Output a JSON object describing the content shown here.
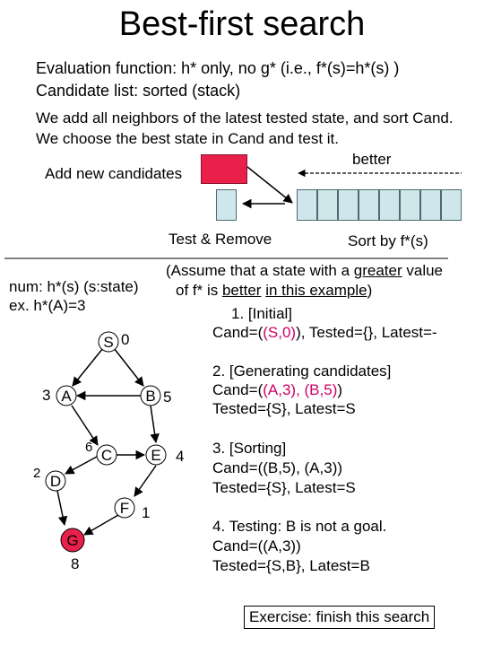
{
  "title": "Best-first search",
  "intro": {
    "line1": "Evaluation function: h* only, no g* (i.e., f*(s)=h*(s) )",
    "line2": "Candidate list: sorted (stack)",
    "line3": "We add all neighbors of the latest tested state, and sort Cand.",
    "line4": "We choose the best state in Cand and test it."
  },
  "schematic": {
    "better": "better",
    "add_new": "Add new candidates",
    "test_remove": "Test & Remove",
    "sort_by": "Sort by f*(s)"
  },
  "notes": {
    "num": "num: h*(s) (s:state)",
    "example": "ex. h*(A)=3",
    "assume_1": "(Assume that a state with a ",
    "assume_greater": "greater",
    "assume_2": " value",
    "assume_3": "of f* is ",
    "assume_better": "better",
    "assume_4": " ",
    "assume_in_example": "in this example",
    "assume_5": ")"
  },
  "steps": {
    "s1_title": "1. [Initial]",
    "s1_cand_a": "Cand=(",
    "s1_cand_b": "(S,0)",
    "s1_cand_c": "), Tested={}, Latest=-",
    "s2_title": "2. [Generating candidates]",
    "s2_cand_a": "Cand=(",
    "s2_cand_b": "(A,3), (B,5)",
    "s2_cand_c": ")",
    "s2_tested": "Tested={S}, Latest=S",
    "s3_title": "3. [Sorting]",
    "s3_cand": "Cand=((B,5), (A,3))",
    "s3_tested": "Tested={S}, Latest=S",
    "s4_title": "4. Testing: B is not a goal.",
    "s4_cand": "Cand=((A,3))",
    "s4_tested": "Tested={S,B}, Latest=B"
  },
  "graph": {
    "nodes": [
      {
        "id": "S",
        "label": "S",
        "h": "0"
      },
      {
        "id": "A",
        "label": "A",
        "h": "3"
      },
      {
        "id": "B",
        "label": "B",
        "h": "5"
      },
      {
        "id": "C",
        "label": "C",
        "h": "6"
      },
      {
        "id": "E",
        "label": "E",
        "h": "4"
      },
      {
        "id": "D",
        "label": "D",
        "h": "2"
      },
      {
        "id": "F",
        "label": "F",
        "h": "1"
      },
      {
        "id": "G",
        "label": "G",
        "h": "8"
      }
    ],
    "goal_color": "#e8204a"
  },
  "exercise": "Exercise: finish this search",
  "colors": {
    "new_candidate": "#e8204a",
    "test_box": "#cfe7ea",
    "cand_box": "#cfe7ea"
  }
}
